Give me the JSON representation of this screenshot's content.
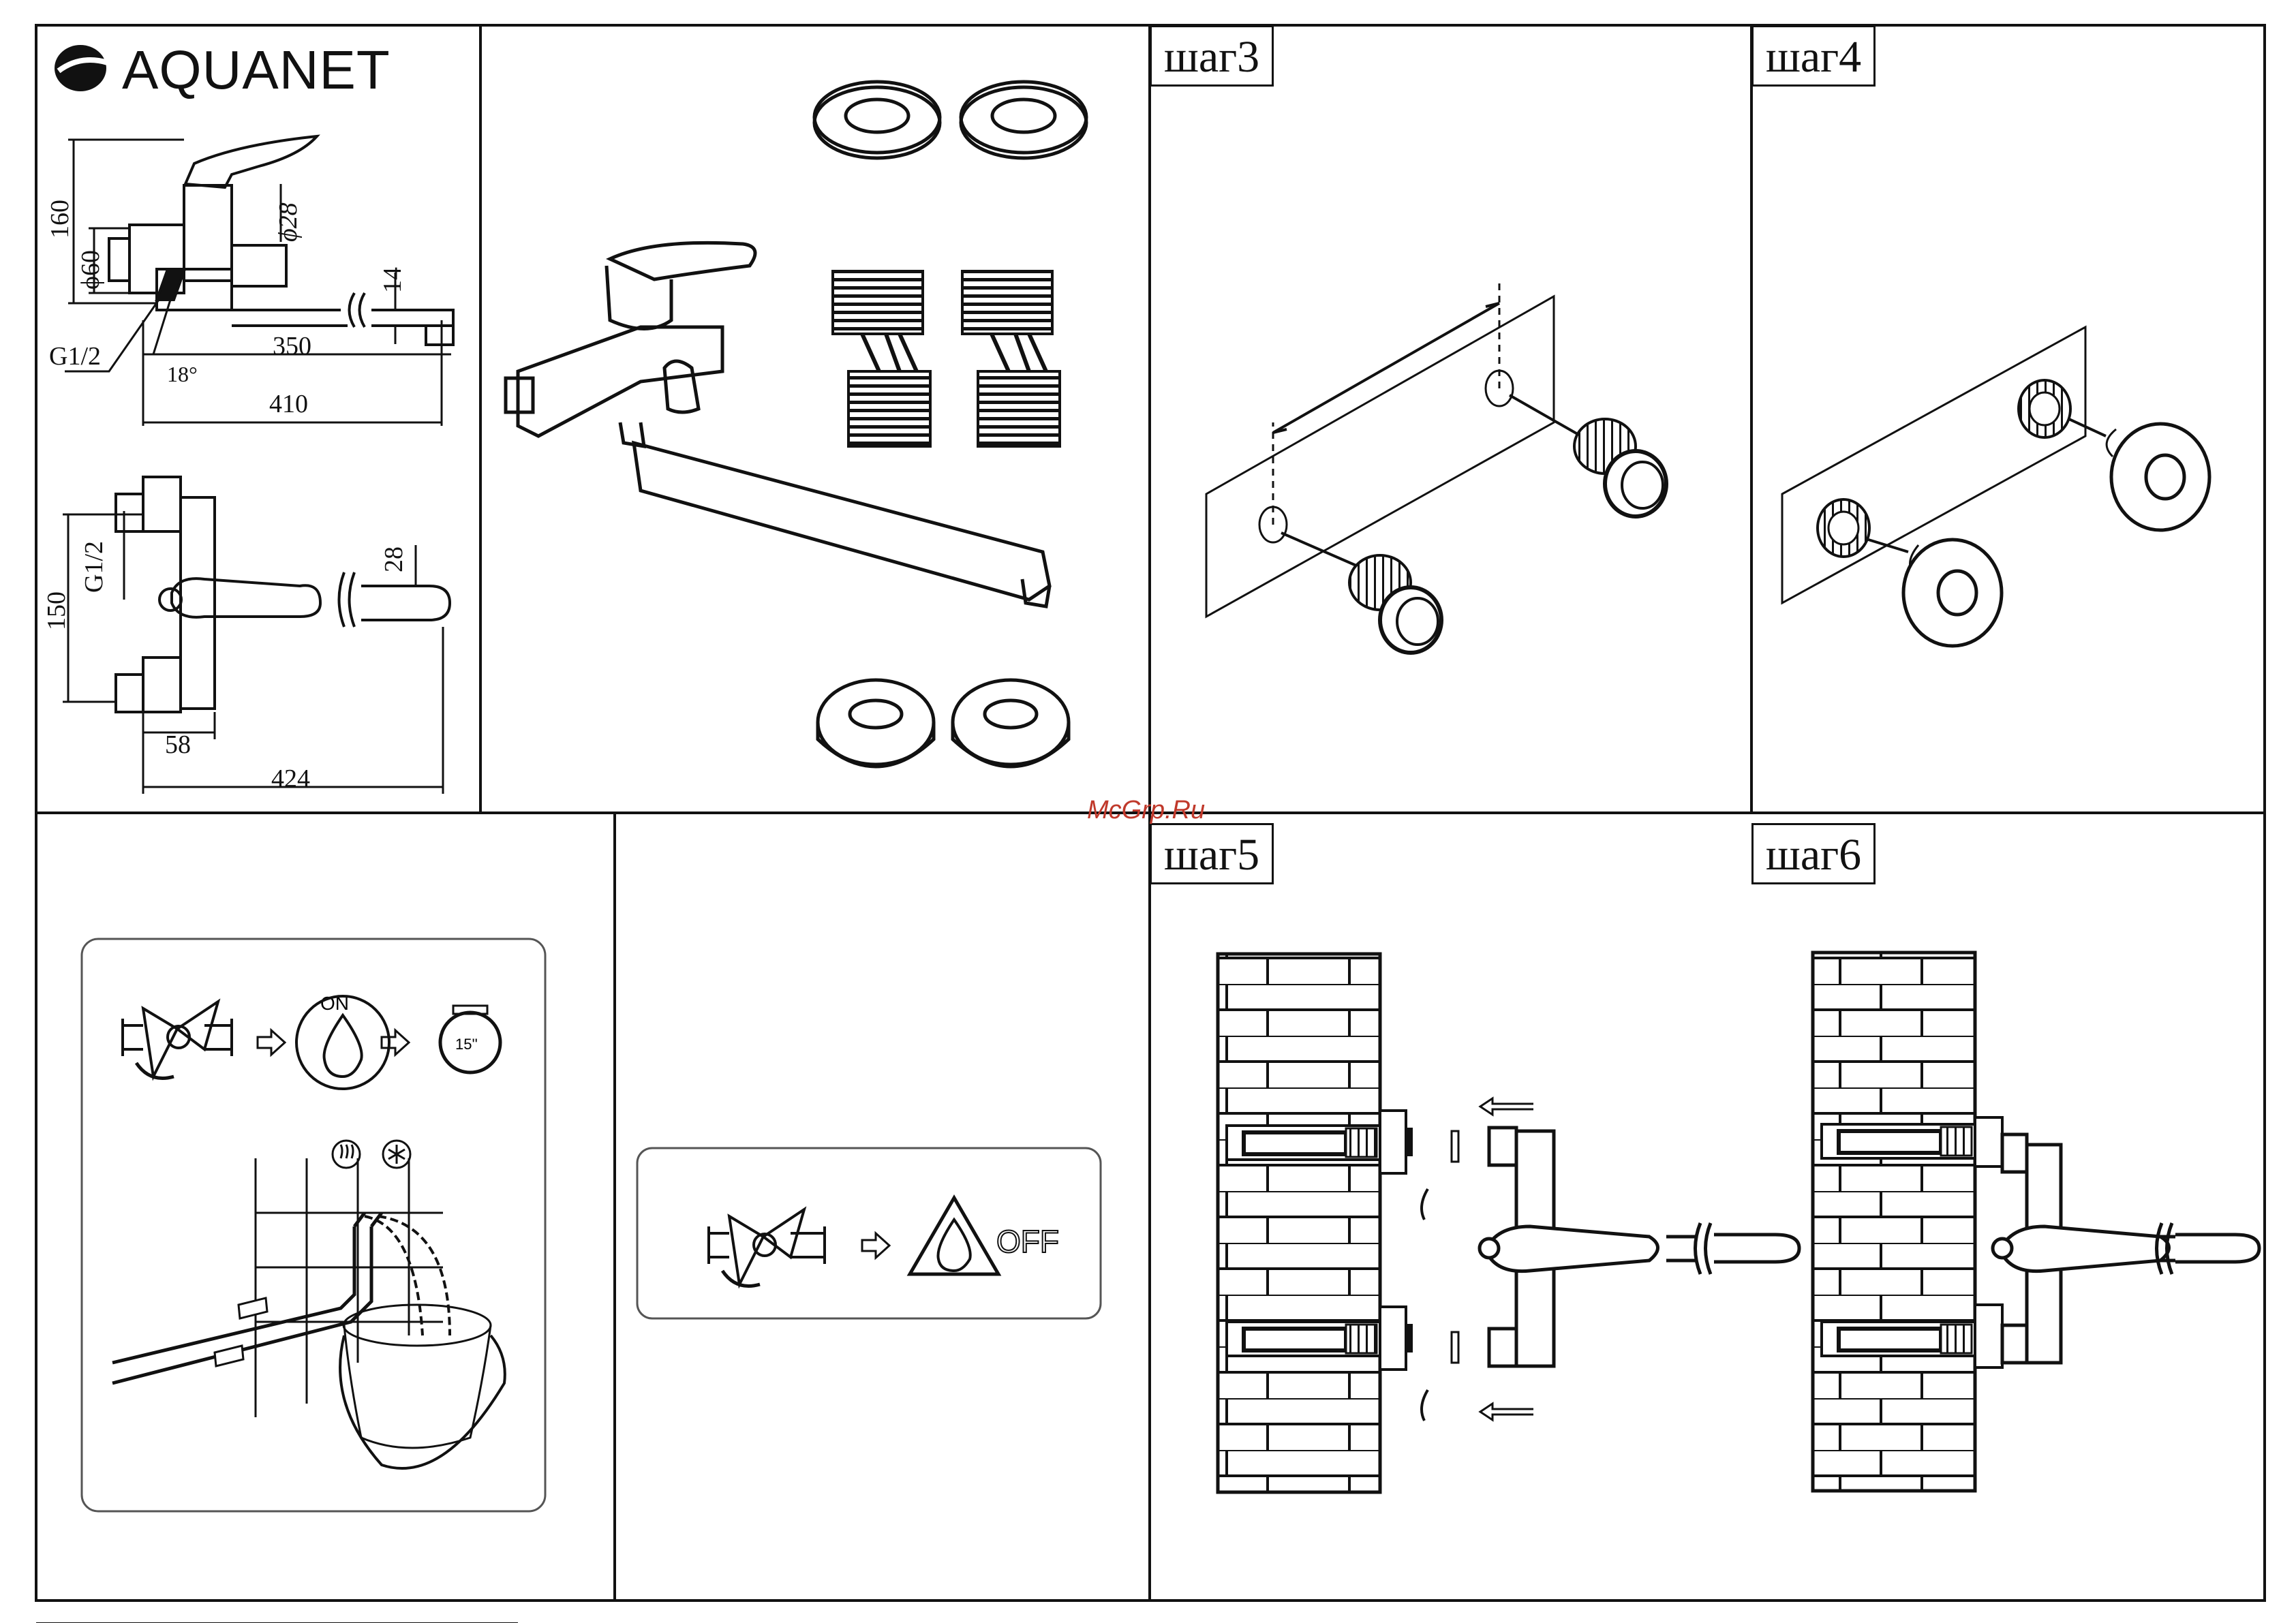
{
  "brand": {
    "name": "AQUANET"
  },
  "dimensions_top_view": {
    "height_total": "160",
    "diameter_flange": "ϕ60",
    "diameter_body": "ϕ28",
    "thread": "G1/2",
    "angle": "18°",
    "spout_height": "14",
    "spout_reach": "350",
    "overall_length": "410"
  },
  "dimensions_front_view": {
    "thread": "G1/2",
    "center_distance": "150",
    "handle_height": "28",
    "offset": "58",
    "overall_length": "424"
  },
  "flush_panel": {
    "on_label": "ON",
    "timer_label": "15''"
  },
  "shutoff_panel": {
    "off_label": "OFF"
  },
  "steps": [
    {
      "label": "шаг3"
    },
    {
      "label": "шаг4"
    },
    {
      "label": "шаг5"
    },
    {
      "label": "шаг6"
    }
  ],
  "watermark": "McGrp.Ru"
}
